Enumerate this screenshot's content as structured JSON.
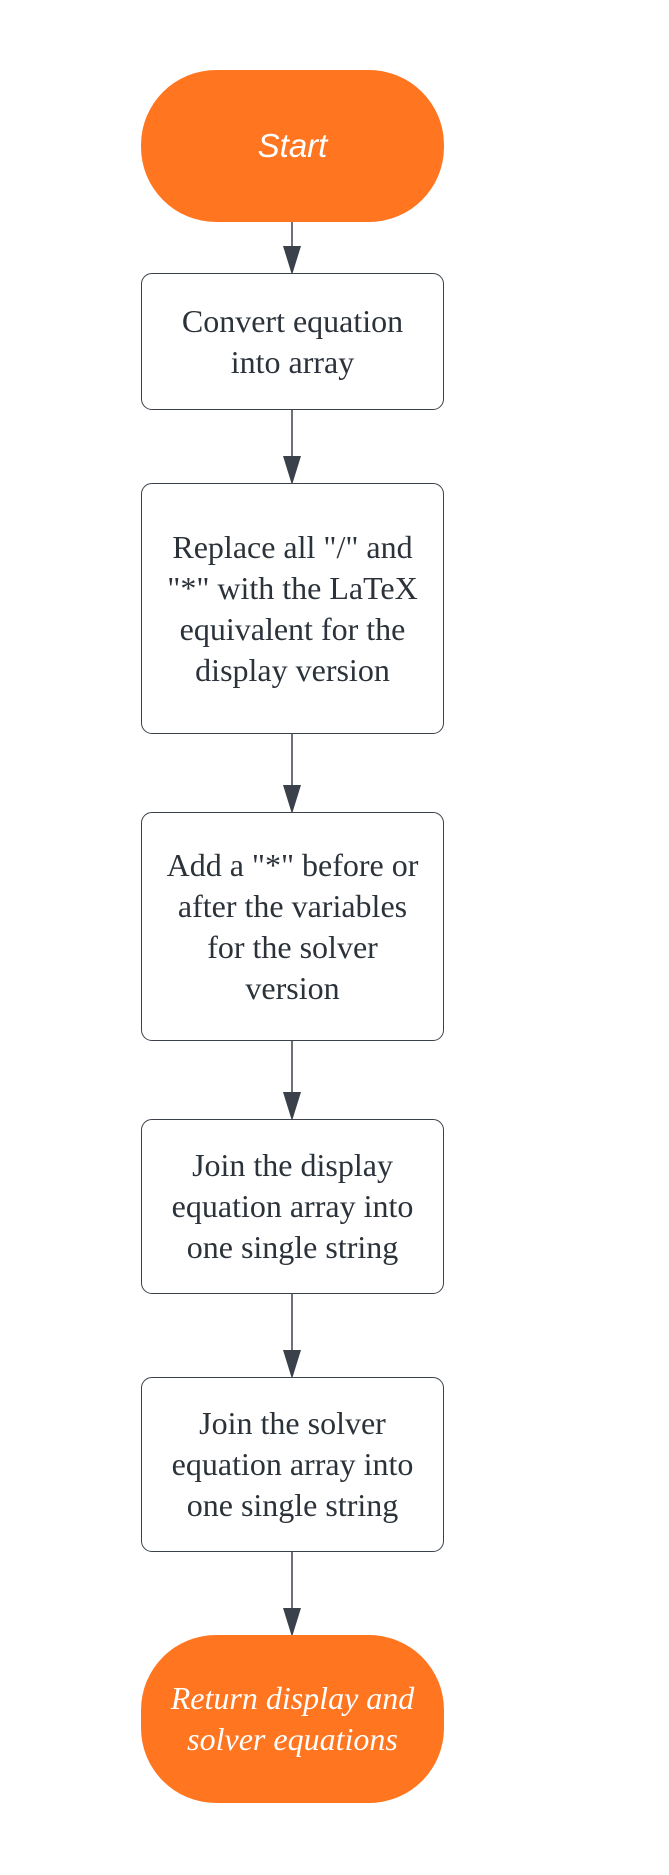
{
  "nodes": {
    "start": {
      "label": "Start",
      "type": "terminal"
    },
    "step_1": {
      "label": "Convert equation into array",
      "type": "process"
    },
    "step_2": {
      "label": "Replace all \"/\" and \"*\" with the LaTeX equivalent for the display version",
      "type": "process"
    },
    "step_3": {
      "label": "Add a \"*\" before or after the variables for the solver version",
      "type": "process"
    },
    "step_4": {
      "label": "Join the display equation array into one single string",
      "type": "process"
    },
    "step_5": {
      "label": "Join the solver equation array into one single string",
      "type": "process"
    },
    "end": {
      "label": "Return display and solver equations",
      "type": "terminal"
    }
  },
  "edges": [
    {
      "from": "start",
      "to": "step_1"
    },
    {
      "from": "step_1",
      "to": "step_2"
    },
    {
      "from": "step_2",
      "to": "step_3"
    },
    {
      "from": "step_3",
      "to": "step_4"
    },
    {
      "from": "step_4",
      "to": "step_5"
    },
    {
      "from": "step_5",
      "to": "end"
    }
  ],
  "colors": {
    "terminal_fill": "#ff7520",
    "terminal_text": "#ffffff",
    "process_border": "#3a414a",
    "process_text": "#2b323a",
    "connector": "#3a414a"
  }
}
